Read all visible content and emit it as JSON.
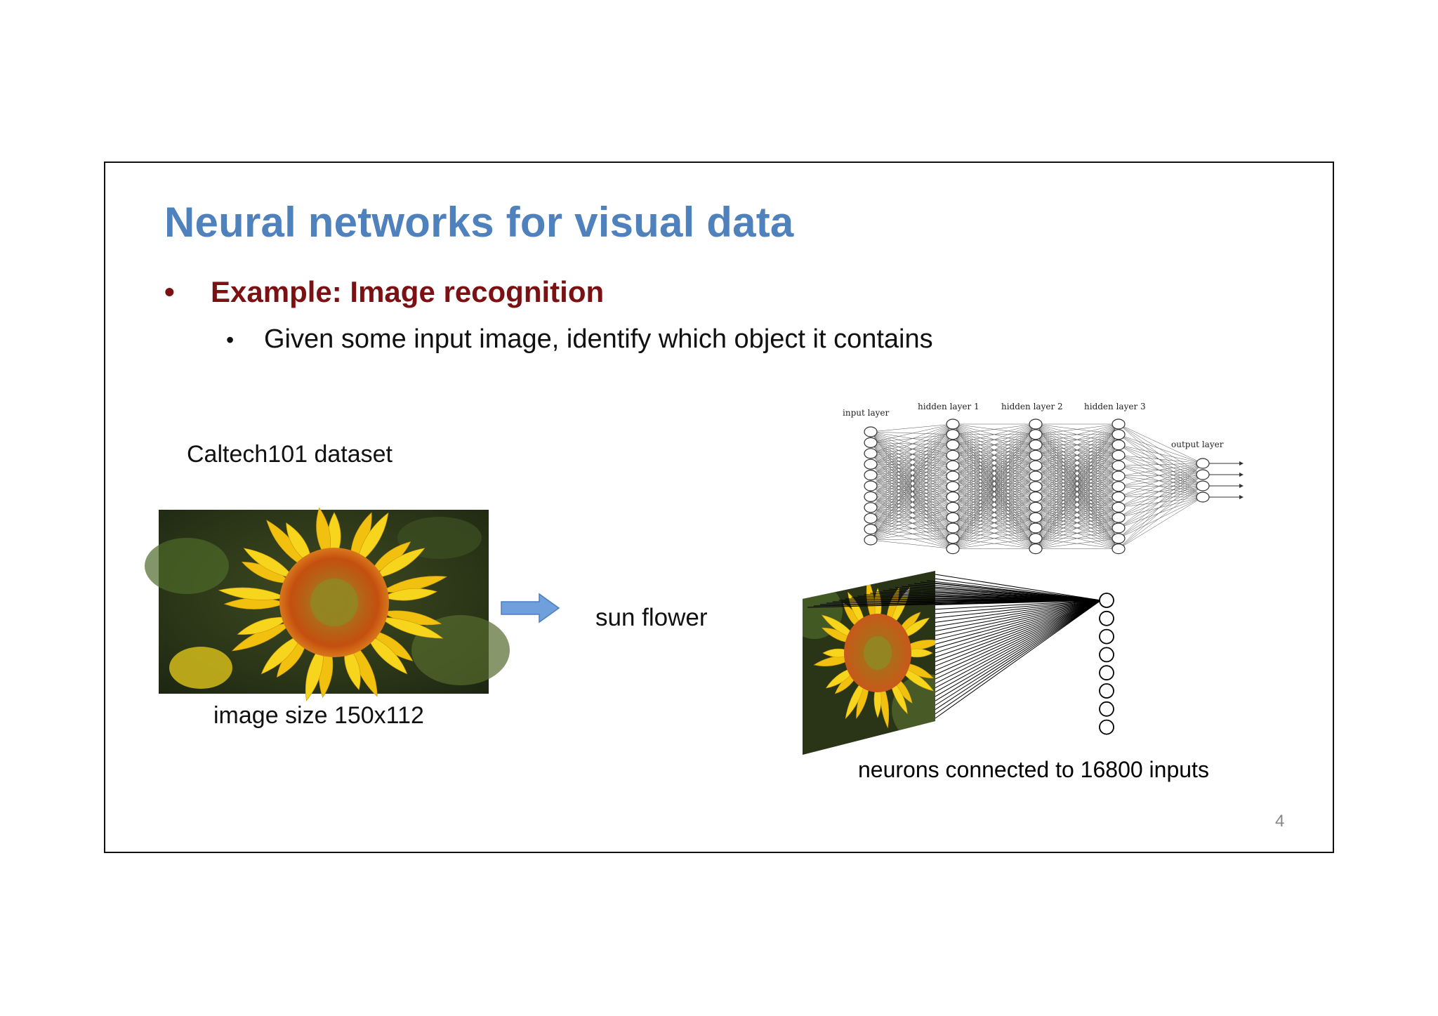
{
  "slide": {
    "title": "Neural networks for visual data",
    "bullets": [
      {
        "marker": "•",
        "text": "Example: Image recognition",
        "color": "#7B1113"
      },
      {
        "marker": "•",
        "text": "Given some input image, identify which object it contains"
      }
    ],
    "dataset_label": "Caltech101 dataset",
    "image_size_label": "image size 150x112",
    "prediction_label": "sun flower",
    "neurons_label": "neurons connected to 16800 inputs",
    "page_number": "4"
  },
  "network_diagram": {
    "layer_labels": [
      "input layer",
      "hidden layer 1",
      "hidden layer 2",
      "hidden layer 3",
      "output layer"
    ]
  },
  "colors": {
    "title": "#4F81BD",
    "emphasis": "#7B1113",
    "arrow": "#6FA0DC"
  }
}
